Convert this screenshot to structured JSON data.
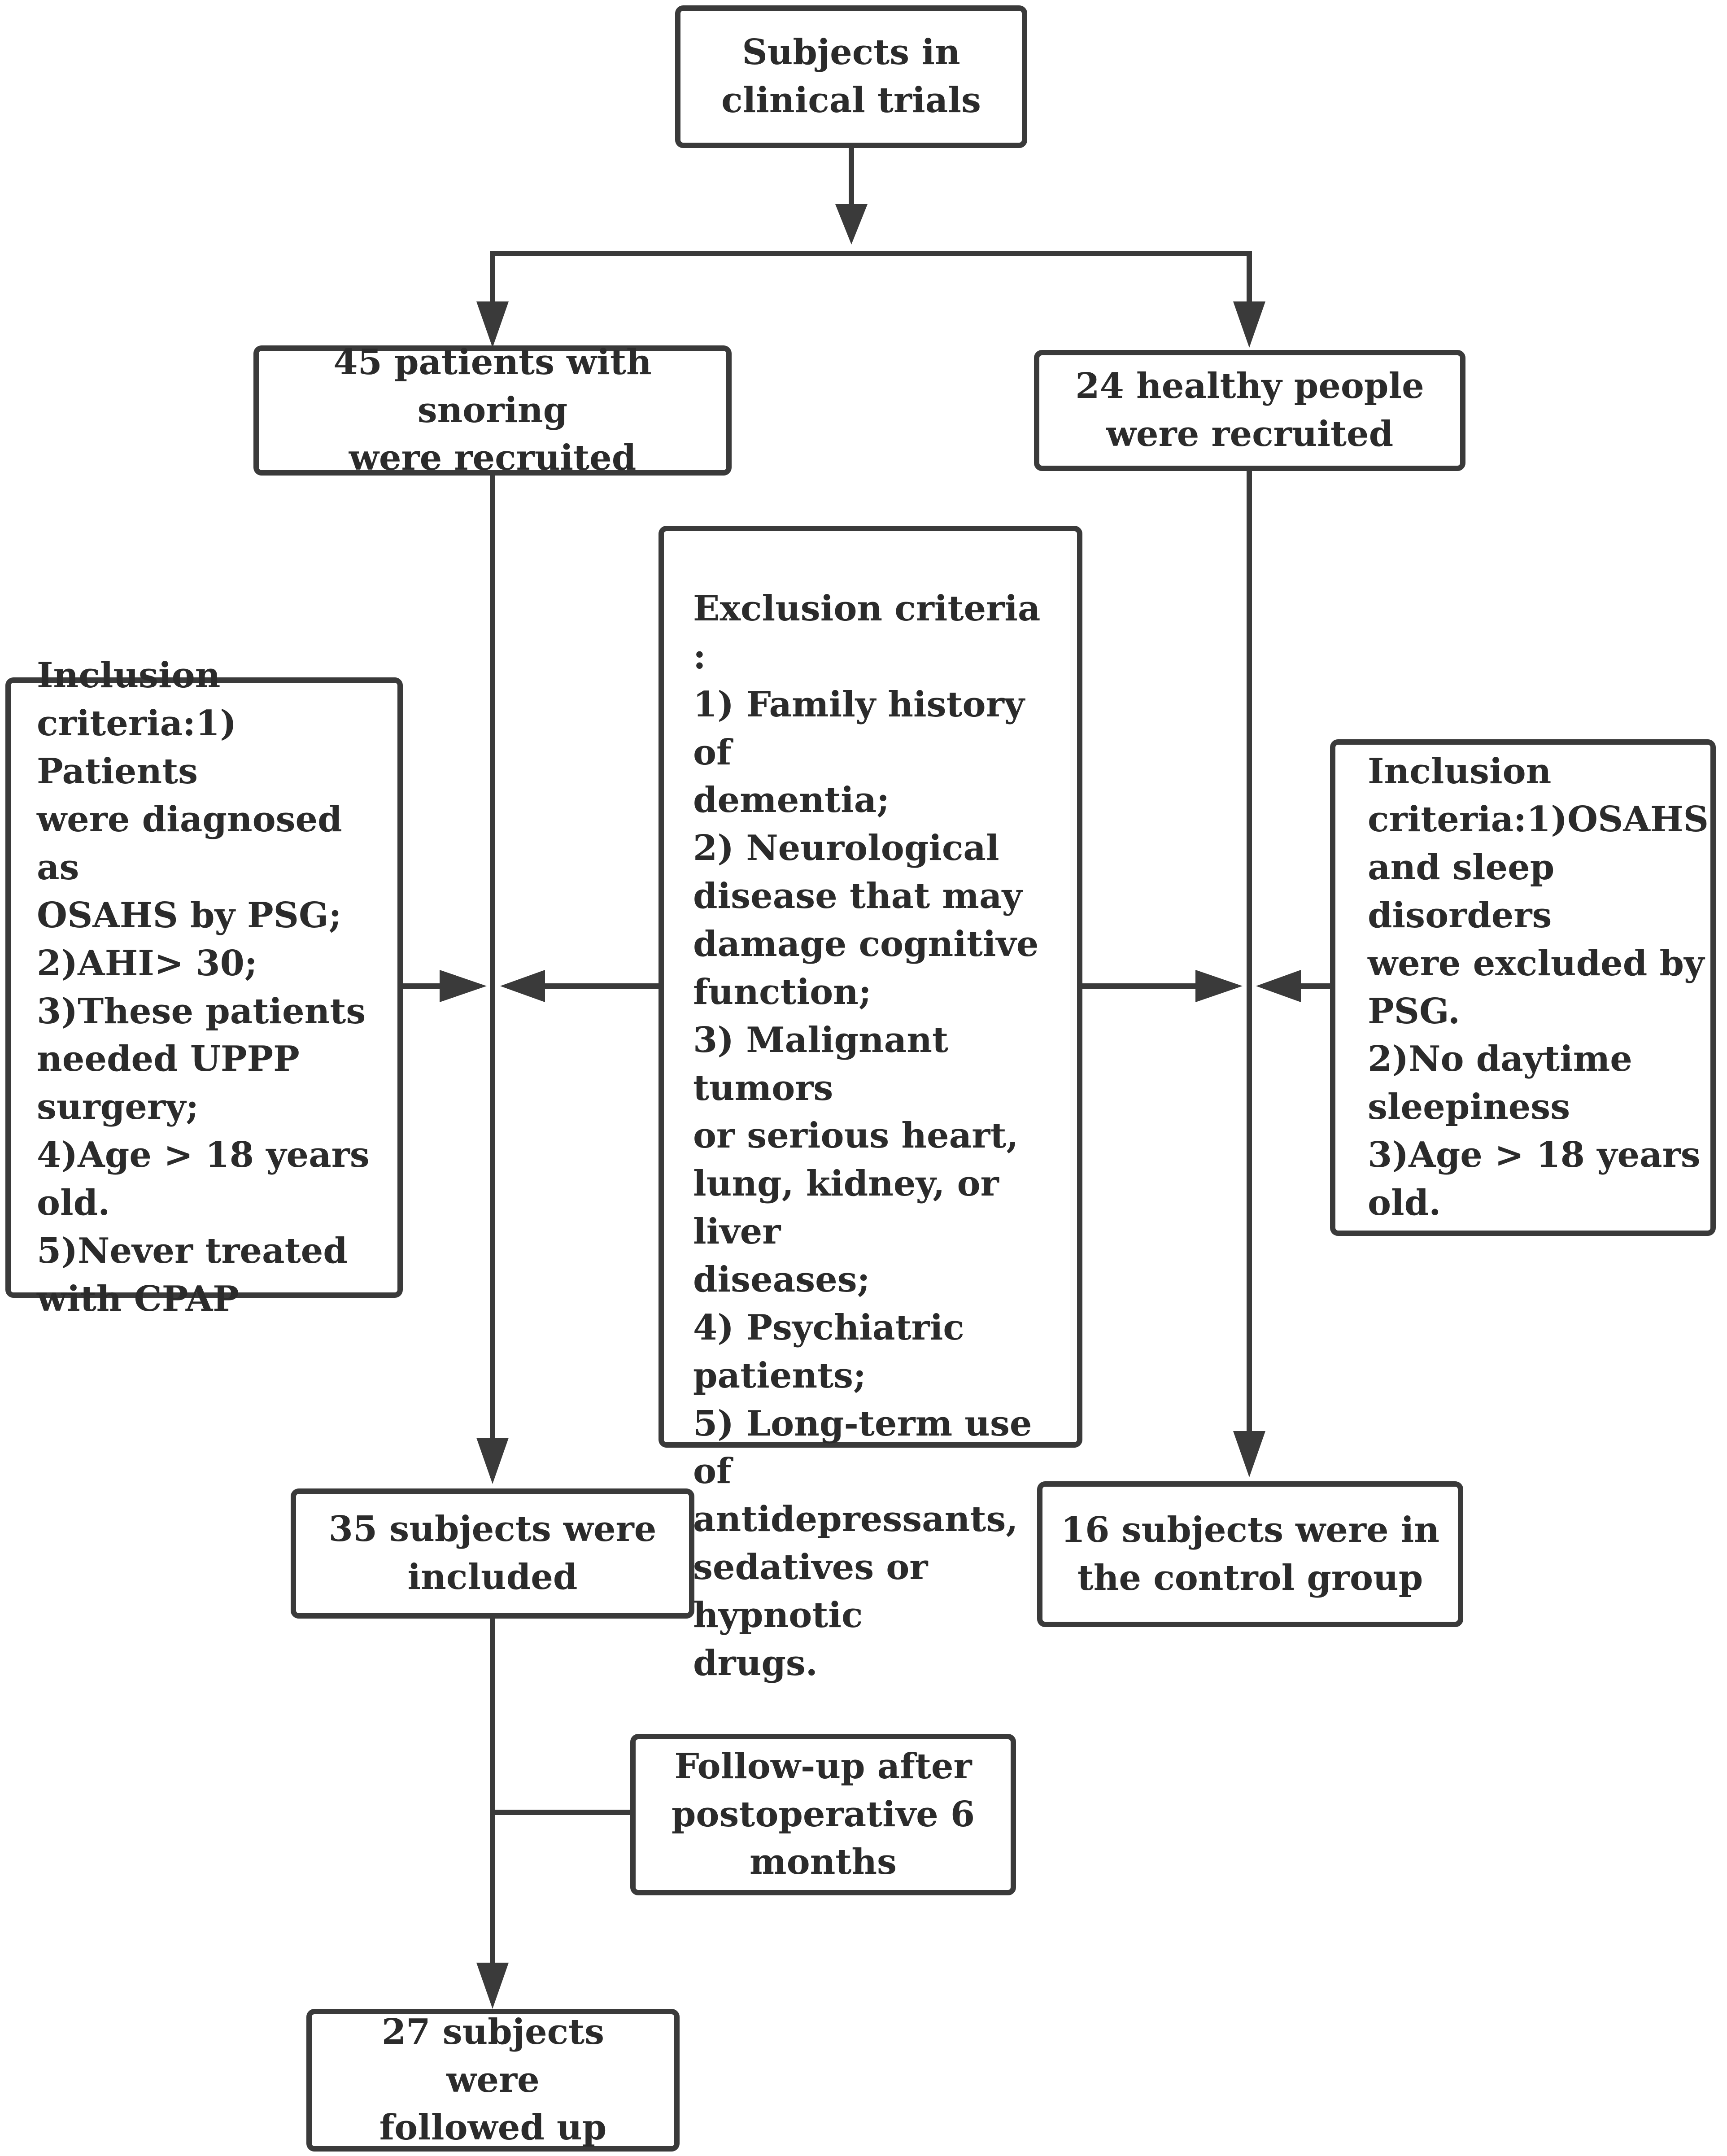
{
  "nodes": {
    "subjects": "Subjects in\nclinical trials",
    "patients": "45 patients with snoring\nwere recruited",
    "healthy": "24 healthy people\nwere recruited",
    "inclusion_left": " Inclusion\ncriteria:1) Patients\nwere diagnosed as\nOSAHS by PSG;\n2)AHI> 30;\n3)These patients\nneeded UPPP\nsurgery;\n4)Age > 18 years\nold.\n5)Never treated\nwith CPAP",
    "exclusion": " Exclusion criteria :\n1) Family history of\ndementia;\n2) Neurological\ndisease that may\ndamage cognitive\nfunction;\n3) Malignant tumors\nor serious heart,\nlung, kidney, or liver\ndiseases;\n4) Psychiatric\npatients;\n5) Long-term use of\nantidepressants,\nsedatives or hypnotic\ndrugs.",
    "inclusion_right": "Inclusion\ncriteria:1)OSAHS\nand sleep disorders\nwere excluded by\nPSG.\n2)No daytime\nsleepiness\n3)Age > 18 years\nold.",
    "included": "35 subjects were\nincluded",
    "control": "16 subjects were in\nthe control group",
    "followup_note": "Follow-up after\npostoperative 6\nmonths",
    "followed": "27 subjects were\nfollowed up"
  },
  "colors": {
    "line": "#3a3a3a",
    "text": "#2b2b2b",
    "background": "#ffffff"
  }
}
